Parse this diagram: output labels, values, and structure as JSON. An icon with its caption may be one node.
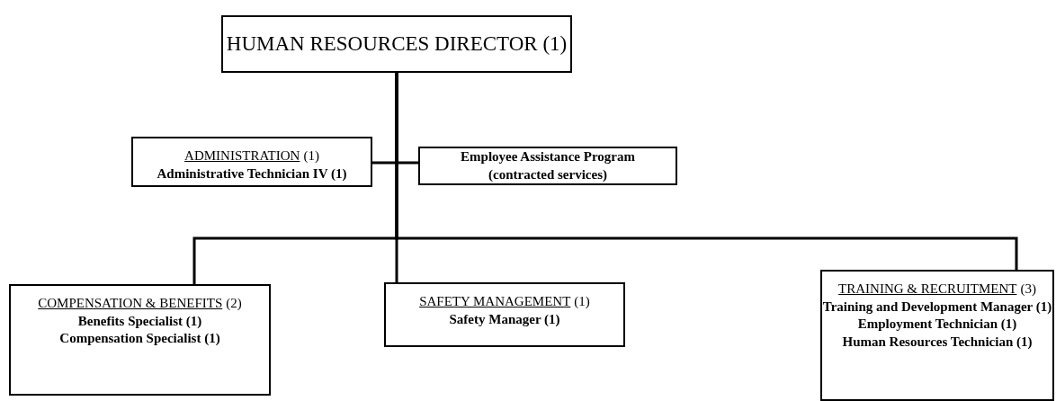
{
  "diagram": {
    "nodes": [
      {
        "text": [
          "HUMAN RESOURCES DIRECTOR (1)"
        ]
      },
      {
        "text": [
          "ADMINISTRATION",
          "(1)",
          "Administrative Technician IV (1)"
        ]
      },
      {
        "text": [
          "Employee Assistance Program (contracted services)"
        ]
      },
      {
        "text": [
          "COMPENSATION & BENEFITS",
          "(2)",
          "Benefits Specialist (1)",
          "Compensation Specialist (1)"
        ]
      },
      {
        "text": [
          "SAFETY MANAGEMENT",
          "(1)",
          "Safety Manager (1)"
        ]
      },
      {
        "text": [
          "TRAINING & RECRUITMENT",
          "(3)",
          "Training and Development Manager (1)",
          "Employment Technician (1)",
          "Human Resources Technician (1)"
        ]
      }
    ],
    "edges": [
      {
        "from": 0,
        "to": 1,
        "arrow": "none"
      },
      {
        "from": 0,
        "to": 2,
        "arrow": "none"
      },
      {
        "from": 0,
        "to": 3,
        "arrow": "none"
      },
      {
        "from": 0,
        "to": 4,
        "arrow": "none"
      },
      {
        "from": 0,
        "to": 5,
        "arrow": "none"
      }
    ]
  }
}
